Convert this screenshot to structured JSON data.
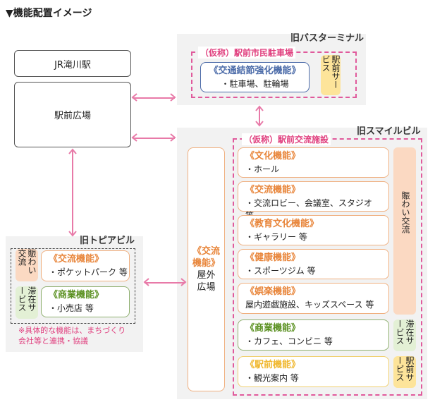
{
  "title": "▼機能配置イメージ",
  "station": "JR滝川駅",
  "plaza": "駅前広場",
  "bus": {
    "label": "旧バスターミナル",
    "facility": "（仮称）駅前市民駐車場",
    "func": "《交通結節強化機能》",
    "desc": "・駐車場、駐輪場",
    "tag": "駅前サービス"
  },
  "smile": {
    "label": "旧スマイルビル",
    "facility": "（仮称）駅前交流施設",
    "outdoor": {
      "func": "《交流機能》",
      "desc": "屋外広場"
    },
    "items": [
      {
        "func": "《文化機能》",
        "desc": "・ホール"
      },
      {
        "func": "《交流機能》",
        "desc": "・交流ロビー、会議室、スタジオ　等"
      },
      {
        "func": "《教育文化機能》",
        "desc": "・ギャラリー 等"
      },
      {
        "func": "《健康機能》",
        "desc": "・スポーツジム 等"
      },
      {
        "func": "《娯楽機能》",
        "desc": "屋内遊戯施設、キッズスペース 等"
      },
      {
        "func": "《商業機能》",
        "desc": "・カフェ、コンビニ 等"
      },
      {
        "func": "《駅前機能》",
        "desc": "・観光案内 等"
      }
    ],
    "tags": [
      "賑わい交流",
      "滞在サービス",
      "駅前サービス"
    ]
  },
  "topia": {
    "label": "旧トピアビル",
    "items": [
      {
        "func": "《交流機能》",
        "desc": "・ポケットパーク 等",
        "tag": "賑わい交流"
      },
      {
        "func": "《商業機能》",
        "desc": "・小売店 等",
        "tag": "滞在サービス"
      }
    ],
    "note": "※具体的な機能は、まちづくり 会社等と連携・協議"
  },
  "colors": {
    "arrow": "#e87aa8",
    "dashed": "#e05a9c",
    "orange": "#e8853a",
    "green": "#5a9020",
    "yellow": "#f0b830",
    "blue": "#4a6aa8"
  }
}
